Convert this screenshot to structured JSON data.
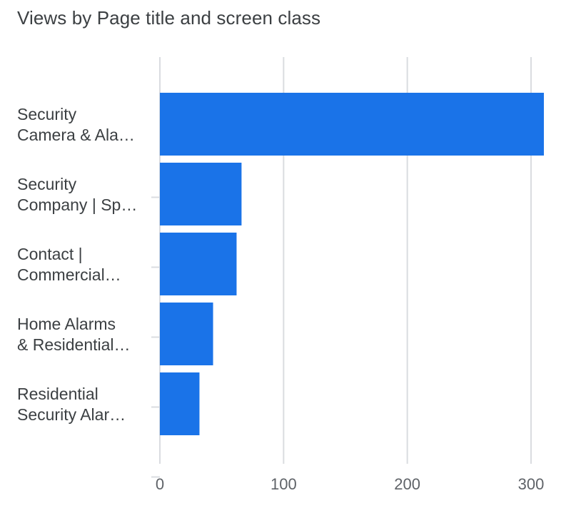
{
  "chart_data": {
    "type": "bar",
    "orientation": "horizontal",
    "title": "Views by Page title and screen class",
    "categories": [
      [
        "Security",
        "Camera & Ala…"
      ],
      [
        "Security",
        "Company | Sp…"
      ],
      [
        "Contact |",
        "Commercial…"
      ],
      [
        "Home Alarms",
        "& Residential…"
      ],
      [
        "Residential",
        "Security Alar…"
      ]
    ],
    "values": [
      311,
      66,
      62,
      43,
      32
    ],
    "xlim": [
      0,
      310
    ],
    "xticks": [
      0,
      100,
      200,
      300
    ],
    "grid": true,
    "bar_color": "#1a73e8",
    "grid_color": "#dadce0"
  }
}
